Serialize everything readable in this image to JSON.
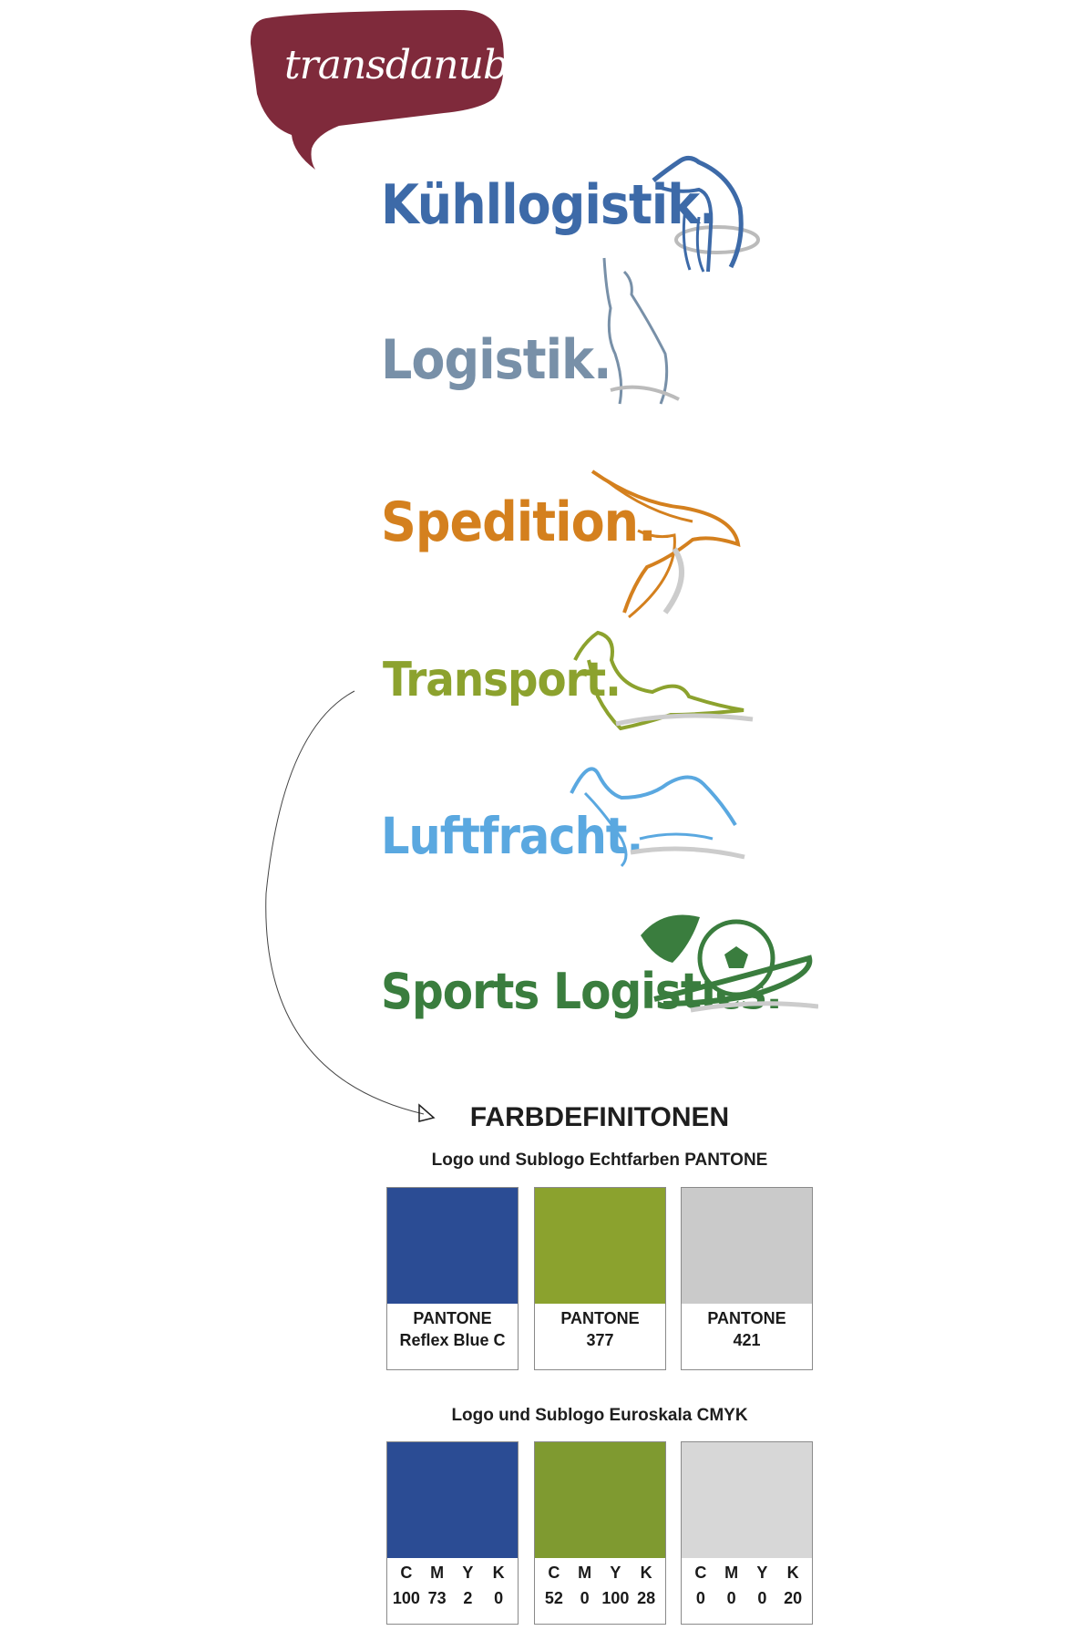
{
  "brand": {
    "name": "transdanubia",
    "bubble_color": "#7f2a3b"
  },
  "sublogos": [
    {
      "label": "Kühllogistik.",
      "color": "#3d6aa8",
      "icon": "polar-bear-icon"
    },
    {
      "label": "Logistik.",
      "color": "#7890a8",
      "icon": "howling-wolf-icon"
    },
    {
      "label": "Spedition.",
      "color": "#d4801e",
      "icon": "eagle-icon"
    },
    {
      "label": "Transport.",
      "color": "#8ca22e",
      "icon": "horse-icon"
    },
    {
      "label": "Luftfracht.",
      "color": "#5aa8e0",
      "icon": "mountain-bird-icon"
    },
    {
      "label": "Sports Logistics.",
      "color": "#3a7d3e",
      "icon": "lion-football-icon"
    }
  ],
  "colors": {
    "title": "FARBDEFINITONEN",
    "pantone": {
      "heading": "Logo und Sublogo Echtfarben PANTONE",
      "swatches": [
        {
          "line1": "PANTONE",
          "line2": "Reflex Blue C",
          "color": "#2b4c94"
        },
        {
          "line1": "PANTONE",
          "line2": "377",
          "color": "#8ba22e"
        },
        {
          "line1": "PANTONE",
          "line2": "421",
          "color": "#cacaca"
        }
      ]
    },
    "cmyk": {
      "heading": "Logo und Sublogo Euroskala CMYK",
      "letters": [
        "C",
        "M",
        "Y",
        "K"
      ],
      "swatches": [
        {
          "values": [
            "100",
            "73",
            "2",
            "0"
          ],
          "color": "#2b4c94"
        },
        {
          "values": [
            "52",
            "0",
            "100",
            "28"
          ],
          "color": "#7f9a30"
        },
        {
          "values": [
            "0",
            "0",
            "0",
            "20"
          ],
          "color": "#d7d7d7"
        }
      ]
    }
  }
}
